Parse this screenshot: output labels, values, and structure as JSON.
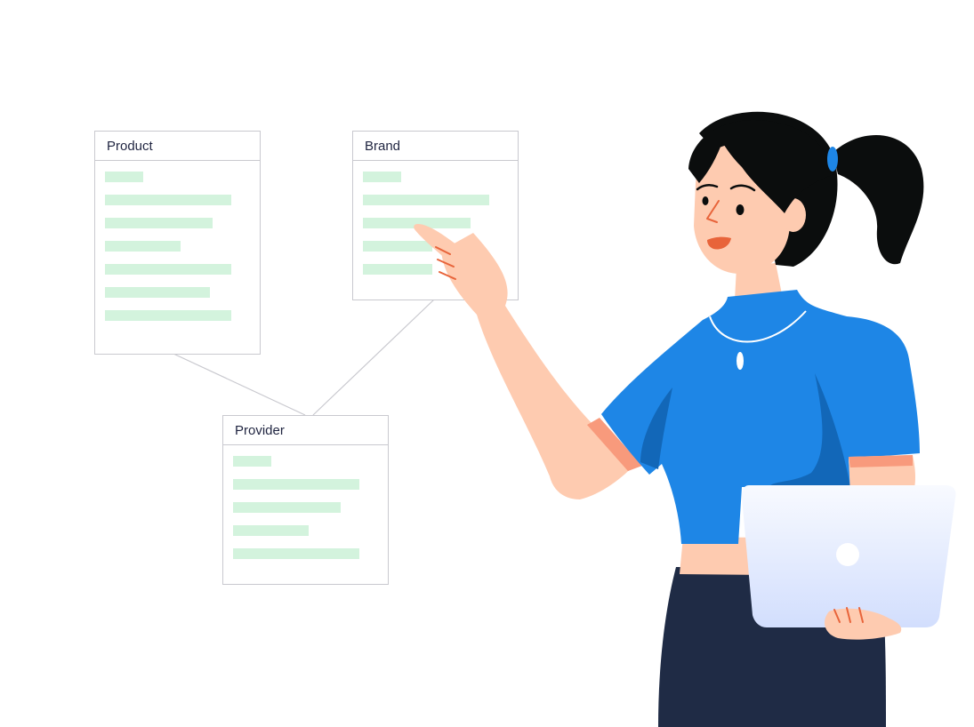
{
  "colors": {
    "border": "#c9c9cf",
    "row": "#d3f3dd",
    "text": "#1f2440",
    "shirt": "#1e86e6",
    "shirt_shadow": "#1267b8",
    "skin": "#fecbb0",
    "hair": "#0b0d0d",
    "skirt": "#1f2b45",
    "laptop_top": "#f8faff",
    "laptop_bottom": "#d2defd"
  },
  "tables": [
    {
      "id": "product",
      "title": "Product",
      "rows": [
        0.3,
        1.0,
        0.85,
        0.6,
        1.0,
        0.83,
        1.0
      ]
    },
    {
      "id": "brand",
      "title": "Brand",
      "rows": [
        0.3,
        1.0,
        0.85,
        0.55,
        0.55
      ]
    },
    {
      "id": "provider",
      "title": "Provider",
      "rows": [
        0.3,
        1.0,
        0.85,
        0.6,
        1.0
      ]
    }
  ],
  "relationships": [
    {
      "from": "product",
      "to": "provider"
    },
    {
      "from": "brand",
      "to": "provider"
    }
  ],
  "icons": {
    "presenter": "woman-presenter-illustration",
    "laptop": "laptop-icon"
  }
}
